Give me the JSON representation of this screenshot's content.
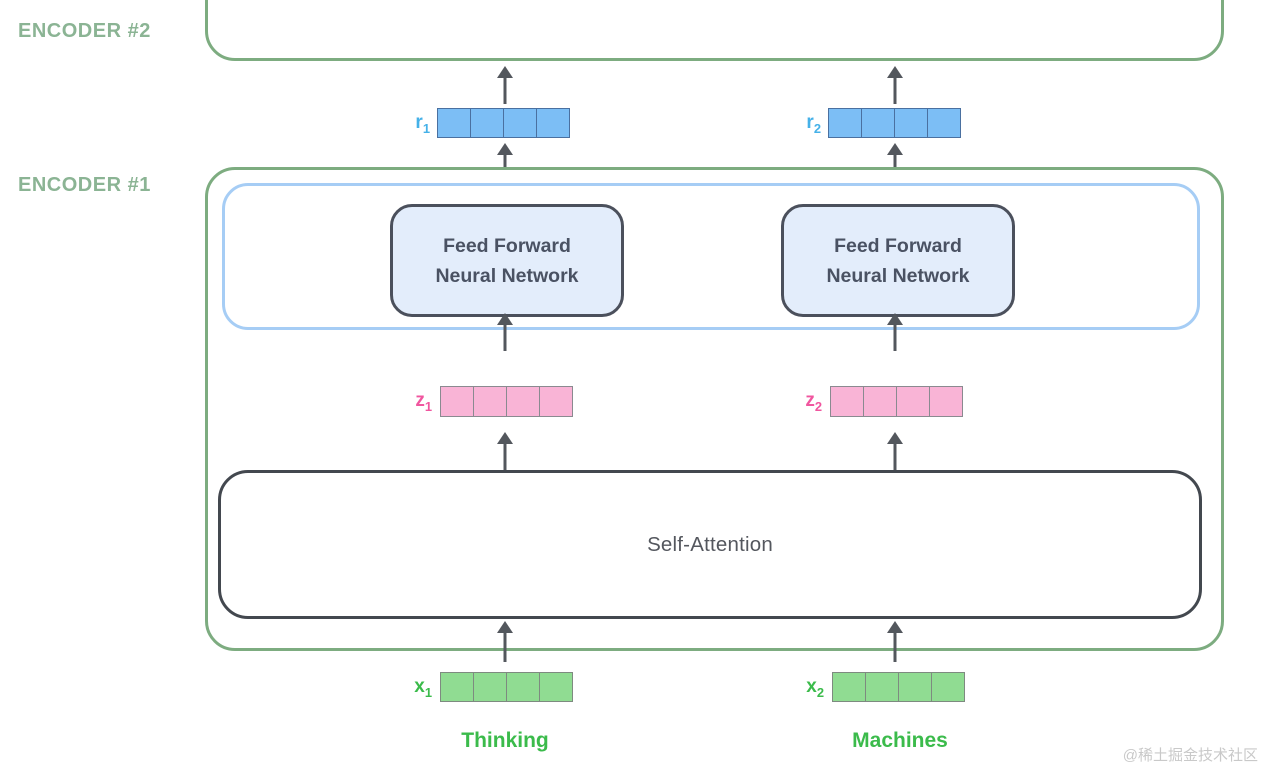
{
  "encoders": {
    "encoder2_label": "ENCODER #2",
    "encoder1_label": "ENCODER #1"
  },
  "blocks": {
    "ffnn1": {
      "line1": "Feed Forward",
      "line2": "Neural Network"
    },
    "ffnn2": {
      "line1": "Feed Forward",
      "line2": "Neural Network"
    },
    "self_attention": "Self-Attention"
  },
  "vectors": {
    "r1": {
      "base": "r",
      "sub": "1",
      "cells": 4
    },
    "r2": {
      "base": "r",
      "sub": "2",
      "cells": 4
    },
    "z1": {
      "base": "z",
      "sub": "1",
      "cells": 4
    },
    "z2": {
      "base": "z",
      "sub": "2",
      "cells": 4
    },
    "x1": {
      "base": "x",
      "sub": "1",
      "cells": 4
    },
    "x2": {
      "base": "x",
      "sub": "2",
      "cells": 4
    }
  },
  "tokens": {
    "token1": "Thinking",
    "token2": "Machines"
  },
  "watermark": "@稀土掘金技术社区",
  "colors": {
    "encoder_border": "#7dac80",
    "encoder_label": "#8bb494",
    "residual_border": "#a6cdf5",
    "block_border": "#43484f",
    "attention_fill": "#fcebd6",
    "ffnn_fill": "#e3edfb",
    "ffnn_border": "#4b505c",
    "ffnn_text": "#4a5263",
    "arrow": "#53575d",
    "r_cell_fill": "#7cbef5",
    "r_cell_border": "#4a70a0",
    "r_label": "#45b1e8",
    "z_cell_fill": "#f9b4d6",
    "z_cell_border": "#8a8a90",
    "z_label": "#f0569f",
    "x_cell_fill": "#90dc92",
    "x_cell_border": "#7e8a80",
    "token_green": "#3bbb4b",
    "watermark_gray": "#c9c9c9"
  }
}
